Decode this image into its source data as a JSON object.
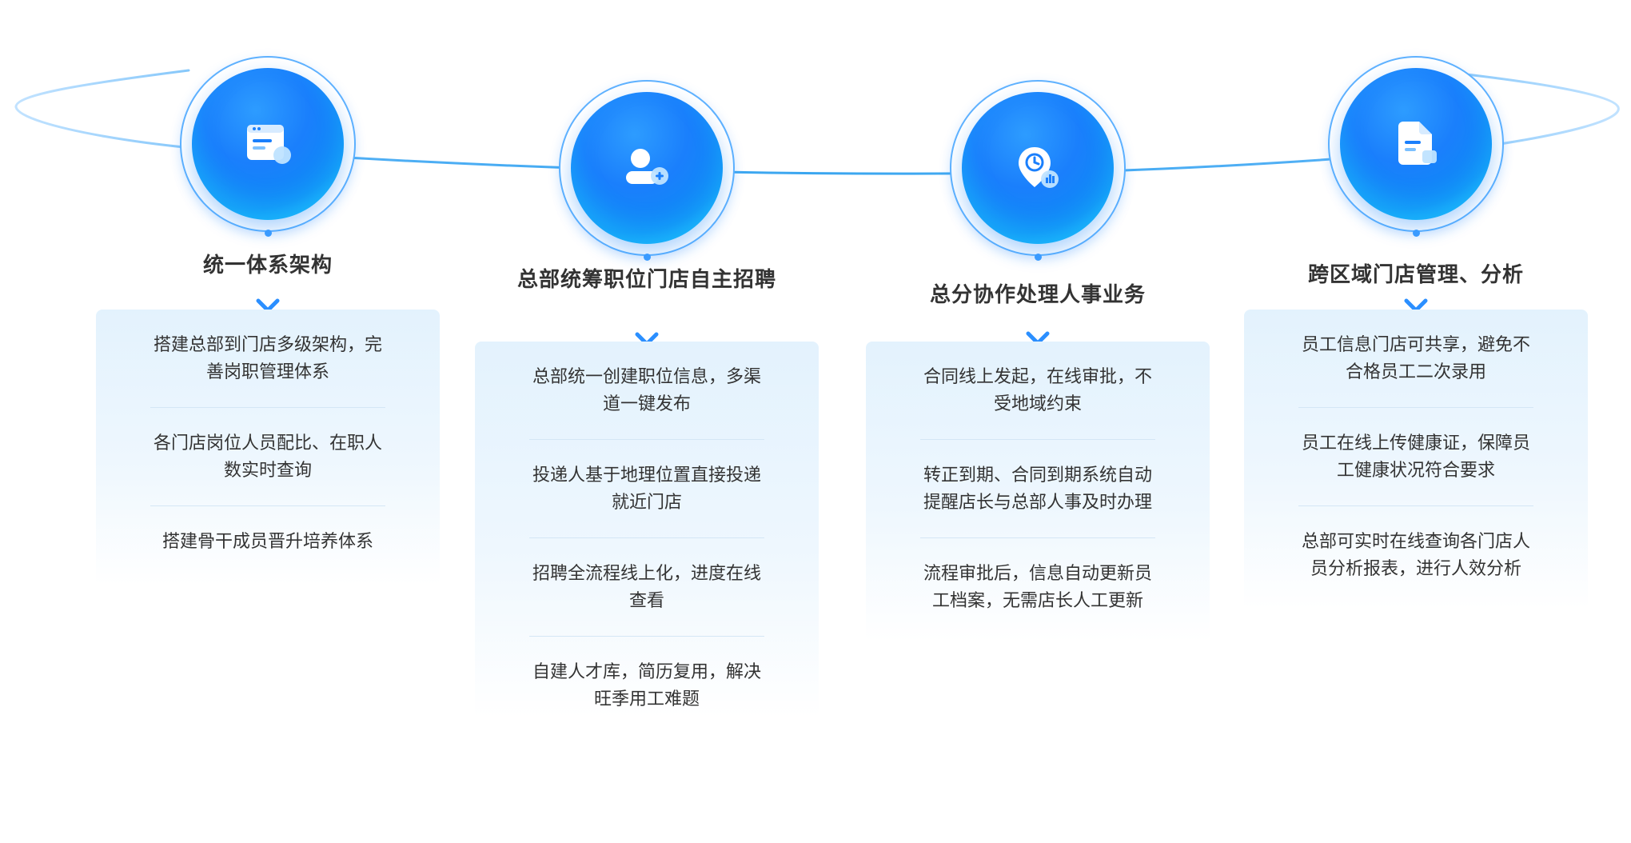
{
  "colors": {
    "accent": "#1a7ffc",
    "accent_light": "#19c3fb",
    "orbit_line": "#5cb4ff",
    "card_bg": "#e3f2fd",
    "text": "#333333"
  },
  "columns": [
    {
      "icon": "browser-window-icon",
      "title": "统一体系架构",
      "items": [
        "搭建总部到门店多级架构，完善岗职管理体系",
        "各门店岗位人员配比、在职人数实时查询",
        "搭建骨干成员晋升培养体系"
      ]
    },
    {
      "icon": "add-user-icon",
      "title": "总部统筹职位门店自主招聘",
      "items": [
        "总部统一创建职位信息，多渠道一键发布",
        "投递人基于地理位置直接投递就近门店",
        "招聘全流程线上化，进度在线查看",
        "自建人才库，简历复用，解决旺季用工难题"
      ]
    },
    {
      "icon": "location-clock-icon",
      "title": "总分协作处理人事业务",
      "items": [
        "合同线上发起，在线审批，不受地域约束",
        "转正到期、合同到期系统自动提醒店长与总部人事及时办理",
        "流程审批后，信息自动更新员工档案，无需店长人工更新"
      ]
    },
    {
      "icon": "document-icon",
      "title": "跨区域门店管理、分析",
      "items": [
        "员工信息门店可共享，避免不合格员工二次录用",
        "员工在线上传健康证，保障员工健康状况符合要求",
        "总部可实时在线查询各门店人员分析报表，进行人效分析"
      ]
    }
  ]
}
